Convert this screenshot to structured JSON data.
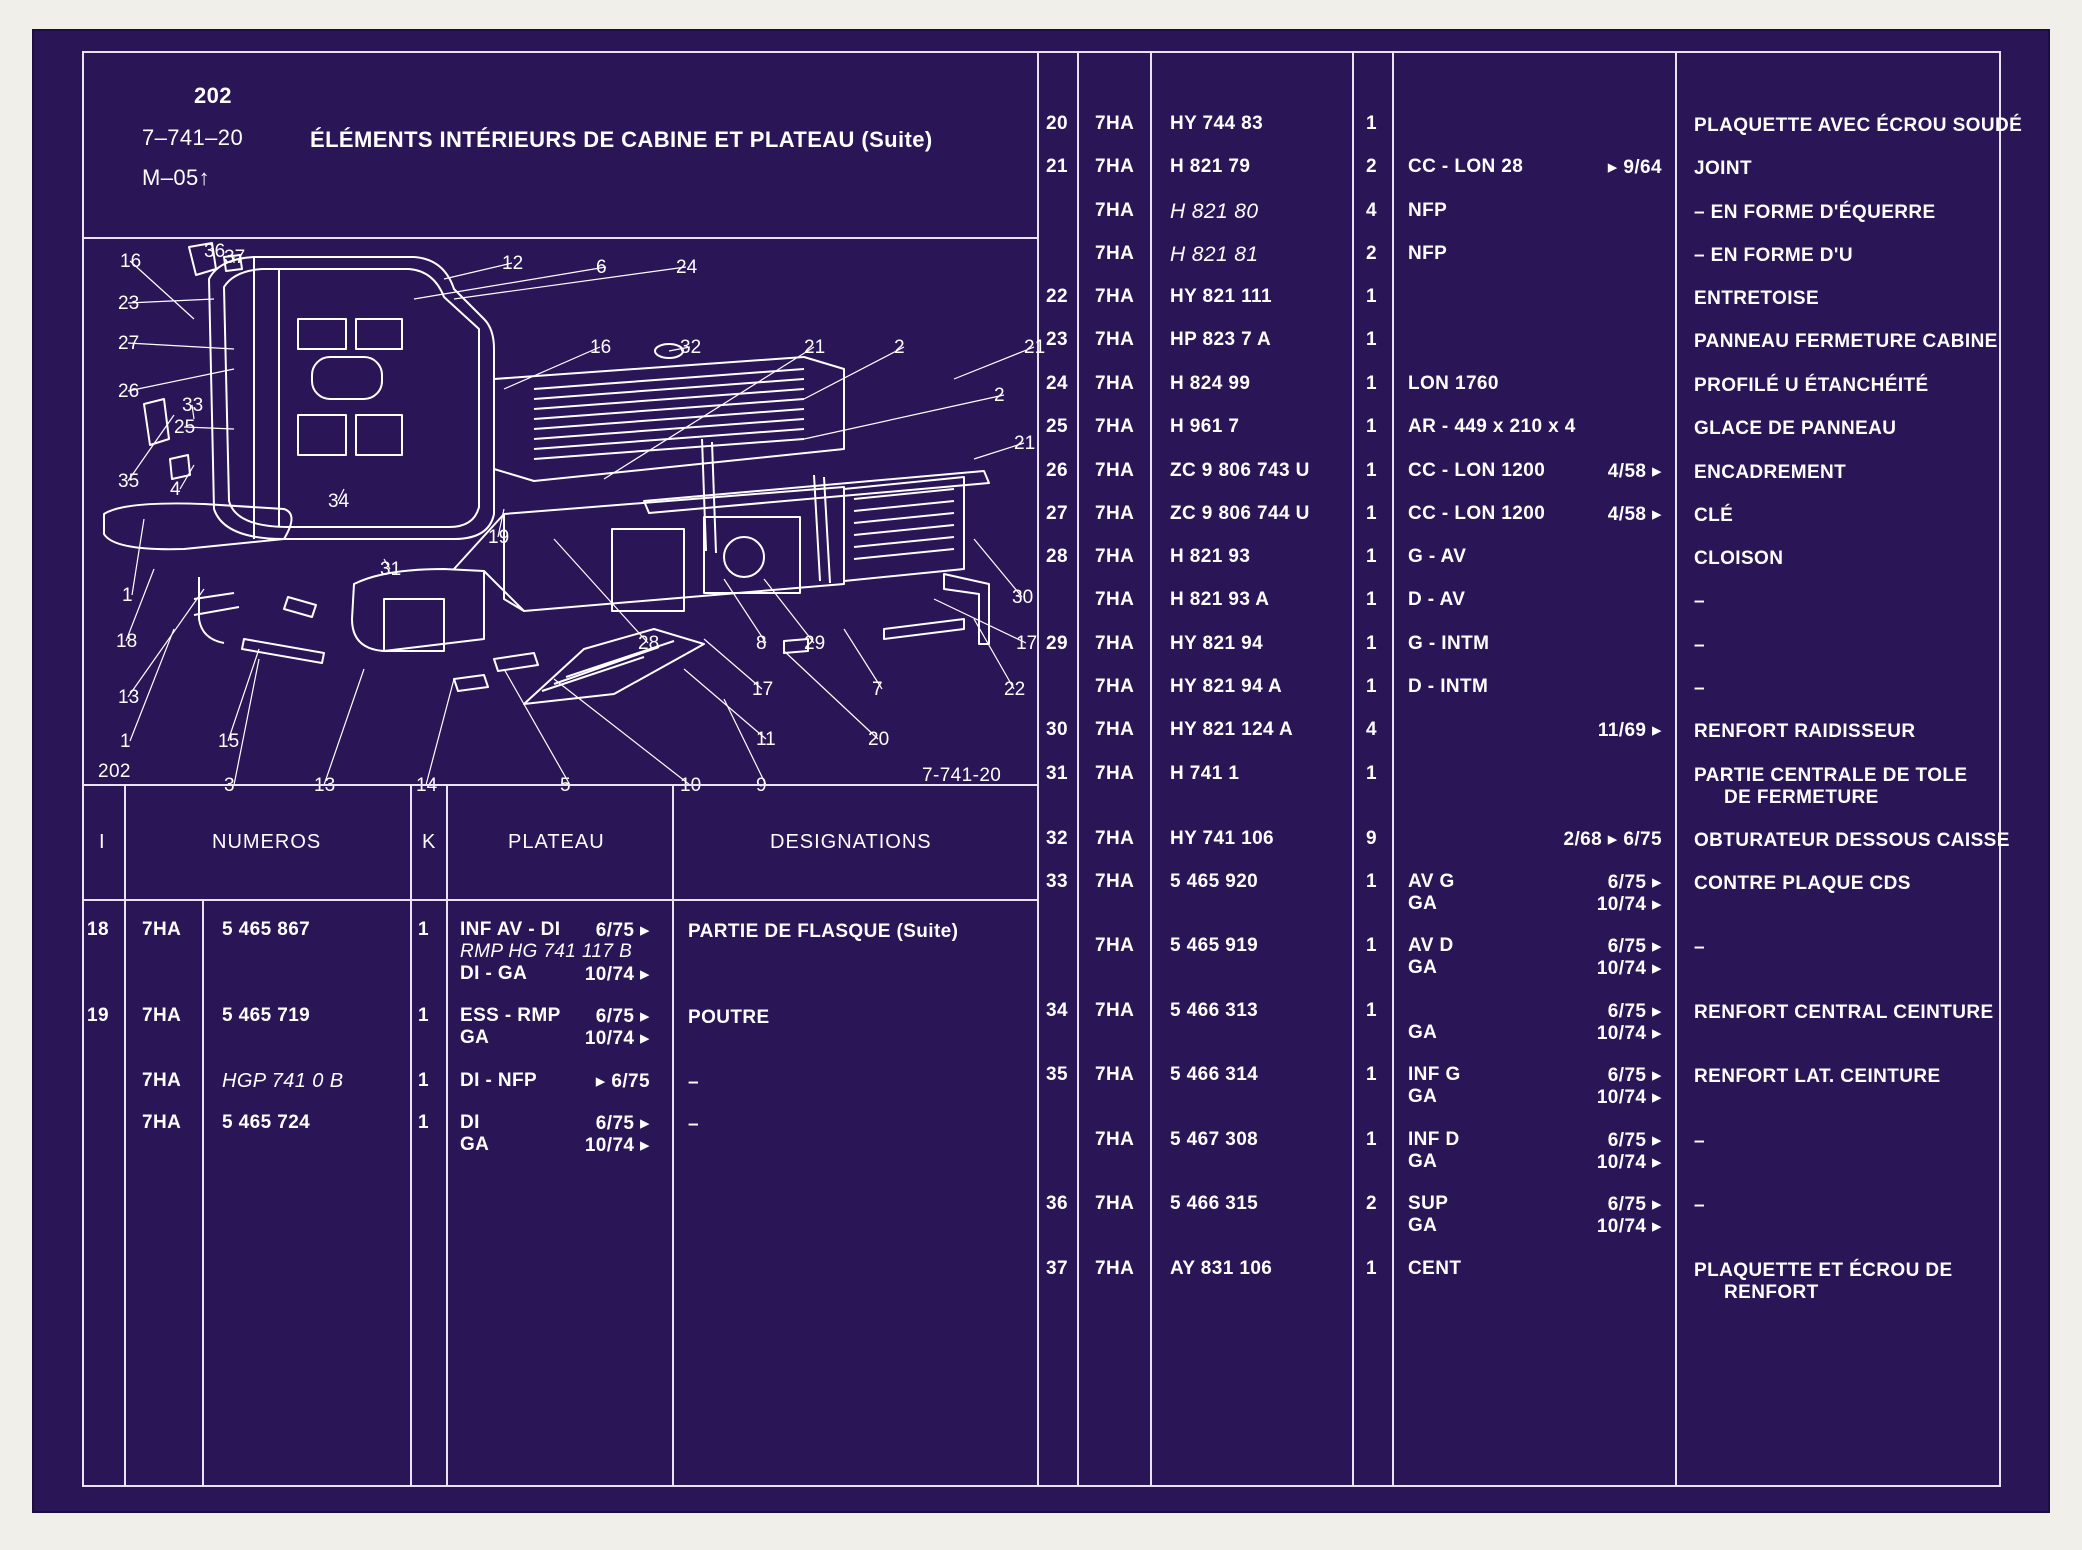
{
  "header": {
    "page_number": "202",
    "ref": "7–741–20",
    "title": "ÉLÉMENTS INTÉRIEURS DE CABINE ET PLATEAU (Suite)",
    "model": "M–05",
    "up_arrow": "↑"
  },
  "diagram": {
    "page_label": "202",
    "ref_label": "7-741-20",
    "callouts": [
      "16",
      "36",
      "37",
      "12",
      "6",
      "24",
      "23",
      "27",
      "16",
      "32",
      "21",
      "2",
      "21",
      "26",
      "33",
      "25",
      "2",
      "21",
      "35",
      "4",
      "34",
      "19",
      "31",
      "1",
      "30",
      "18",
      "28",
      "8",
      "29",
      "17",
      "13",
      "17",
      "7",
      "22",
      "1",
      "15",
      "11",
      "20",
      "3",
      "13",
      "14",
      "5",
      "10",
      "9"
    ]
  },
  "left_table": {
    "headers": {
      "item": "I",
      "numeros": "NUMEROS",
      "k": "K",
      "plateau": "PLATEAU",
      "designations": "DESIGNATIONS"
    },
    "rows": [
      {
        "item": "18",
        "prefix": "7HA",
        "number": "5 465 867",
        "k": "1",
        "plateau": [
          "INF AV - DI",
          "RMP HG 741 117 B",
          "DI - GA"
        ],
        "dates": [
          "6/75 ▸",
          "",
          "10/74 ▸"
        ],
        "designation": "PARTIE DE FLASQUE (Suite)"
      },
      {
        "item": "19",
        "prefix": "7HA",
        "number": "5 465 719",
        "k": "1",
        "plateau": [
          "ESS - RMP",
          "GA"
        ],
        "dates": [
          "6/75 ▸",
          "10/74 ▸"
        ],
        "designation": "POUTRE"
      },
      {
        "item": "",
        "prefix": "7HA",
        "number": "HGP 741   0 B",
        "k": "1",
        "plateau": [
          "DI - NFP"
        ],
        "dates": [
          "▸ 6/75"
        ],
        "designation": "–"
      },
      {
        "item": "",
        "prefix": "7HA",
        "number": "5 465 724",
        "k": "1",
        "plateau": [
          "DI",
          "GA"
        ],
        "dates": [
          "6/75 ▸",
          "10/74 ▸"
        ],
        "designation": "–"
      }
    ]
  },
  "right_table": {
    "rows": [
      {
        "item": "20",
        "prefix": "7HA",
        "number": "HY  744   83",
        "k": "1",
        "plateau": [
          ""
        ],
        "dates": [
          ""
        ],
        "designation": [
          "PLAQUETTE AVEC ÉCROU SOUDÉ"
        ]
      },
      {
        "item": "21",
        "prefix": "7HA",
        "number": "H 821   79",
        "k": "2",
        "plateau": [
          "CC - LON 28"
        ],
        "dates": [
          "▸ 9/64"
        ],
        "designation": [
          "JOINT"
        ]
      },
      {
        "item": "",
        "prefix": "7HA",
        "number": "H 821   80",
        "k": "4",
        "plateau": [
          "NFP"
        ],
        "dates": [
          ""
        ],
        "designation": [
          "– EN FORME D'ÉQUERRE"
        ]
      },
      {
        "item": "",
        "prefix": "7HA",
        "number": "H 821   81",
        "k": "2",
        "plateau": [
          "NFP"
        ],
        "dates": [
          ""
        ],
        "designation": [
          "– EN FORME D'U"
        ]
      },
      {
        "item": "22",
        "prefix": "7HA",
        "number": "HY  821  111",
        "k": "1",
        "plateau": [
          ""
        ],
        "dates": [
          ""
        ],
        "designation": [
          "ENTRETOISE"
        ]
      },
      {
        "item": "23",
        "prefix": "7HA",
        "number": "HP  823      7  A",
        "k": "1",
        "plateau": [
          ""
        ],
        "dates": [
          ""
        ],
        "designation": [
          "PANNEAU FERMETURE CABINE"
        ]
      },
      {
        "item": "24",
        "prefix": "7HA",
        "number": "H  824    99",
        "k": "1",
        "plateau": [
          "LON 1760"
        ],
        "dates": [
          ""
        ],
        "designation": [
          "PROFILÉ U ÉTANCHÉITÉ"
        ]
      },
      {
        "item": "25",
        "prefix": "7HA",
        "number": "H  961     7",
        "k": "1",
        "plateau": [
          "AR - 449 x 210 x 4"
        ],
        "dates": [
          ""
        ],
        "designation": [
          "GLACE DE PANNEAU"
        ]
      },
      {
        "item": "26",
        "prefix": "7HA",
        "number": "ZC  9 806  743  U",
        "k": "1",
        "plateau": [
          "CC - LON 1200"
        ],
        "dates": [
          "4/58 ▸"
        ],
        "designation": [
          "ENCADREMENT"
        ]
      },
      {
        "item": "27",
        "prefix": "7HA",
        "number": "ZC  9  806  744 U",
        "k": "1",
        "plateau": [
          "CC - LON 1200"
        ],
        "dates": [
          "4/58 ▸"
        ],
        "designation": [
          "CLÉ"
        ]
      },
      {
        "item": "28",
        "prefix": "7HA",
        "number": "H  821    93",
        "k": "1",
        "plateau": [
          "G - AV"
        ],
        "dates": [
          ""
        ],
        "designation": [
          "CLOISON"
        ]
      },
      {
        "item": "",
        "prefix": "7HA",
        "number": "H  821    93  A",
        "k": "1",
        "plateau": [
          "D - AV"
        ],
        "dates": [
          ""
        ],
        "designation": [
          "–"
        ]
      },
      {
        "item": "29",
        "prefix": "7HA",
        "number": "HY  821    94",
        "k": "1",
        "plateau": [
          "G - INTM"
        ],
        "dates": [
          ""
        ],
        "designation": [
          "–"
        ]
      },
      {
        "item": "",
        "prefix": "7HA",
        "number": "HY  821    94  A",
        "k": "1",
        "plateau": [
          "D - INTM"
        ],
        "dates": [
          ""
        ],
        "designation": [
          "–"
        ]
      },
      {
        "item": "30",
        "prefix": "7HA",
        "number": "HY  821  124  A",
        "k": "4",
        "plateau": [
          ""
        ],
        "dates": [
          "11/69 ▸"
        ],
        "designation": [
          "RENFORT RAIDISSEUR"
        ]
      },
      {
        "item": "31",
        "prefix": "7HA",
        "number": "H  741     1",
        "k": "1",
        "plateau": [
          ""
        ],
        "dates": [
          ""
        ],
        "designation": [
          "PARTIE CENTRALE DE TOLE",
          "DE FERMETURE"
        ]
      },
      {
        "item": "32",
        "prefix": "7HA",
        "number": "HY  741  106",
        "k": "9",
        "plateau": [
          ""
        ],
        "dates": [
          "2/68   ▸ 6/75"
        ],
        "designation": [
          "OBTURATEUR DESSOUS CAISSE"
        ]
      },
      {
        "item": "33",
        "prefix": "7HA",
        "number": "5  465  920",
        "k": "1",
        "plateau": [
          "AV G",
          "GA"
        ],
        "dates": [
          "6/75 ▸",
          "10/74 ▸"
        ],
        "designation": [
          "CONTRE PLAQUE CDS"
        ]
      },
      {
        "item": "",
        "prefix": "7HA",
        "number": "5  465  919",
        "k": "1",
        "plateau": [
          "AV D",
          "GA"
        ],
        "dates": [
          "6/75 ▸",
          "10/74 ▸"
        ],
        "designation": [
          "–"
        ]
      },
      {
        "item": "34",
        "prefix": "7HA",
        "number": "5  466  313",
        "k": "1",
        "plateau": [
          "",
          "GA"
        ],
        "dates": [
          "6/75 ▸",
          "10/74 ▸"
        ],
        "designation": [
          "RENFORT CENTRAL CEINTURE"
        ]
      },
      {
        "item": "35",
        "prefix": "7HA",
        "number": "5  466  314",
        "k": "1",
        "plateau": [
          "INF G",
          "GA"
        ],
        "dates": [
          "6/75 ▸",
          "10/74 ▸"
        ],
        "designation": [
          "RENFORT LAT. CEINTURE"
        ]
      },
      {
        "item": "",
        "prefix": "7HA",
        "number": "5  467  308",
        "k": "1",
        "plateau": [
          "INF D",
          "GA"
        ],
        "dates": [
          "6/75 ▸",
          "10/74 ▸"
        ],
        "designation": [
          "–"
        ]
      },
      {
        "item": "36",
        "prefix": "7HA",
        "number": "5  466  315",
        "k": "2",
        "plateau": [
          "SUP",
          "GA"
        ],
        "dates": [
          "6/75 ▸",
          "10/74 ▸"
        ],
        "designation": [
          "–"
        ]
      },
      {
        "item": "37",
        "prefix": "7HA",
        "number": "AY  831  106",
        "k": "1",
        "plateau": [
          "CENT"
        ],
        "dates": [
          ""
        ],
        "designation": [
          "PLAQUETTE ET ÉCROU DE",
          "RENFORT"
        ]
      }
    ]
  },
  "colors": {
    "sheet": "#2a1556",
    "ink": "#ffffff",
    "line": "#e9e3f5",
    "paper": "#f1efea"
  }
}
